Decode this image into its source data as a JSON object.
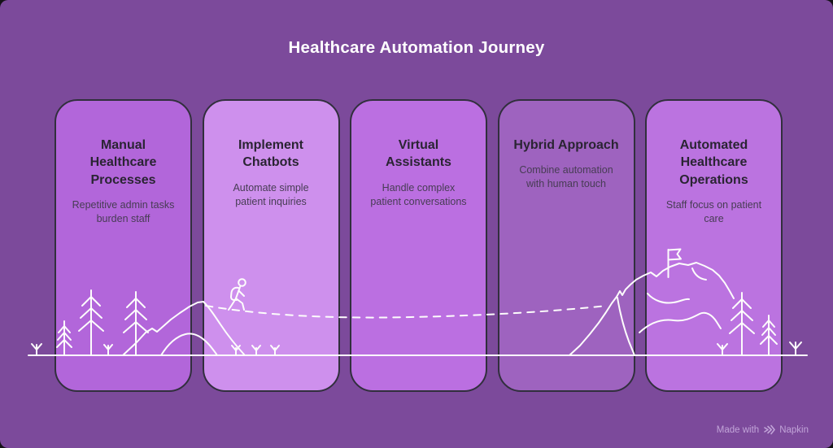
{
  "title": "Healthcare Automation Journey",
  "stages": [
    {
      "title": "Manual\nHealthcare\nProcesses",
      "description": "Repetitive admin tasks\nburden staff",
      "fill": "#B266DA"
    },
    {
      "title": "Implement\nChatbots",
      "description": "Automate simple\npatient inquiries",
      "fill": "#CE90ED"
    },
    {
      "title": "Virtual\nAssistants",
      "description": "Handle complex\npatient conversations",
      "fill": "#BB6FE1"
    },
    {
      "title": "Hybrid Approach",
      "description": "Combine automation\nwith human touch",
      "fill": "#9E63BF"
    },
    {
      "title": "Automated\nHealthcare\nOperations",
      "description": "Staff focus on patient\ncare",
      "fill": "#BB73E0"
    }
  ],
  "watermark": {
    "prefix": "Made with",
    "brand": "Napkin"
  },
  "colors": {
    "background": "#7C4A9B",
    "card_border": "#312F3D",
    "page_title_text": "#FFFFFF",
    "card_title_text": "#2A2433",
    "card_desc_text": "#473C54",
    "illustration_stroke": "#FDFDFC",
    "watermark_text": "#C9AEDF"
  },
  "illustration": {
    "icons": [
      "pine-tree-icon",
      "sprout-icon",
      "hill",
      "hiker-icon",
      "dashed-trail",
      "mountain",
      "summit-flag-icon",
      "ground-baseline",
      "napkin-logo-icon"
    ]
  }
}
